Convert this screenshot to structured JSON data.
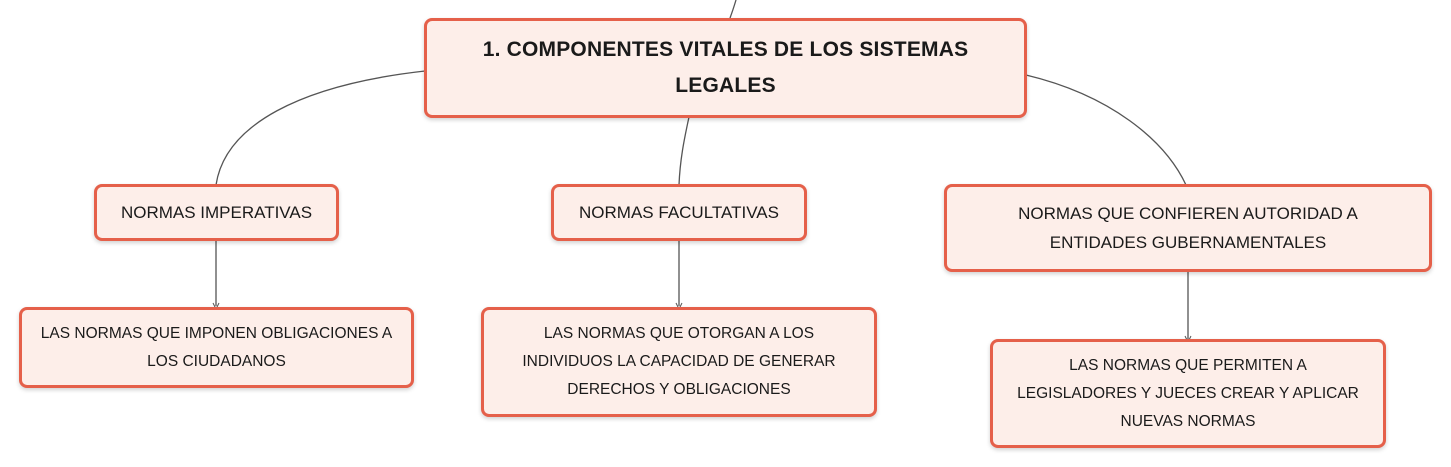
{
  "colors": {
    "node_border": "#e5604a",
    "node_fill": "#fdeee9",
    "connector": "#555555",
    "text": "#1a1a1a"
  },
  "diagram": {
    "root": {
      "label": "1. COMPONENTES VITALES DE LOS SISTEMAS LEGALES"
    },
    "branches": [
      {
        "label": "NORMAS IMPERATIVAS",
        "child": "LAS NORMAS QUE IMPONEN OBLIGACIONES A LOS CIUDADANOS"
      },
      {
        "label": "NORMAS FACULTATIVAS",
        "child": "LAS NORMAS QUE OTORGAN A LOS INDIVIDUOS LA CAPACIDAD DE GENERAR DERECHOS Y OBLIGACIONES"
      },
      {
        "label": "NORMAS QUE CONFIEREN AUTORIDAD A ENTIDADES GUBERNAMENTALES",
        "child": "LAS NORMAS QUE PERMITEN A LEGISLADORES Y JUECES CREAR Y APLICAR NUEVAS NORMAS"
      }
    ]
  }
}
